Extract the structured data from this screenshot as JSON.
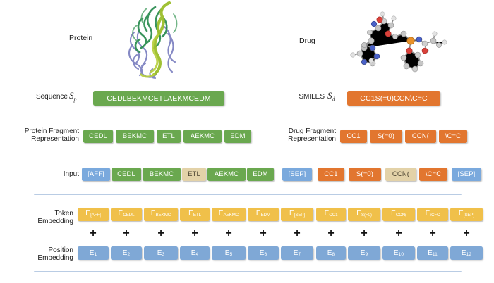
{
  "figure": {
    "top": {
      "protein_caption": "Protein",
      "drug_caption": "Drug",
      "protein_icon": "protein-ribbon-structure",
      "drug_icon": "drug-ball-and-stick-molecule"
    },
    "rows": {
      "sequence": {
        "protein_label": "Sequence",
        "protein_symbol": "S",
        "protein_symbol_sub": "p",
        "protein_value": "CEDLBEKMCETLAEKMCEDM",
        "drug_label": "SMILES",
        "drug_symbol": "S",
        "drug_symbol_sub": "d",
        "drug_value": "CC1S(=0)CCN\\C=C"
      },
      "fragment": {
        "protein_label_line1": "Protein Fragment",
        "protein_label_line2": "Representation",
        "protein_fragments": [
          "CEDL",
          "BEKMC",
          "ETL",
          "AEKMC",
          "EDM"
        ],
        "drug_label_line1": "Drug Fragment",
        "drug_label_line2": "Representation",
        "drug_fragments": [
          "CC1",
          "S(=0)",
          "CCN(",
          "\\C=C"
        ]
      },
      "input": {
        "label": "Input",
        "tokens": [
          {
            "text": "[AFF]",
            "color": "blue"
          },
          {
            "text": "CEDL",
            "color": "green"
          },
          {
            "text": "BEKMC",
            "color": "green"
          },
          {
            "text": "ETL",
            "color": "tan"
          },
          {
            "text": "AEKMC",
            "color": "green"
          },
          {
            "text": "EDM",
            "color": "green"
          },
          {
            "text": "[SEP]",
            "color": "blue"
          },
          {
            "text": "CC1",
            "color": "orange"
          },
          {
            "text": "S(=0)",
            "color": "orange"
          },
          {
            "text": "CCN(",
            "color": "tan"
          },
          {
            "text": "\\C=C",
            "color": "orange"
          },
          {
            "text": "[SEP]",
            "color": "blue"
          }
        ]
      },
      "token_embedding": {
        "label_line1": "Token",
        "label_line2": "Embedding",
        "base": "E",
        "subscripts": [
          "[AFF]",
          "CEDL",
          "BEKMC",
          "ETL",
          "AEKMC",
          "EDM",
          "[SEP]",
          "CC1",
          "S(=0)",
          "CCN(",
          "\\C=C",
          "[SEP]"
        ]
      },
      "position_embedding": {
        "label_line1": "Position",
        "label_line2": "Embedding",
        "base": "E",
        "subscripts": [
          "1",
          "2",
          "3",
          "4",
          "5",
          "6",
          "7",
          "8",
          "9",
          "10",
          "11",
          "12"
        ]
      },
      "operator": "+"
    },
    "colors": {
      "protein_green": "#6aa84f",
      "drug_orange": "#e2762f",
      "special_blue": "#7aa9dd",
      "masked_tan": "#e3d2a8",
      "token_embedding_gold": "#f0c04a",
      "position_embedding_blue": "#7fa8d6",
      "divider": "#b9cce4",
      "background": "#ffffff"
    }
  }
}
